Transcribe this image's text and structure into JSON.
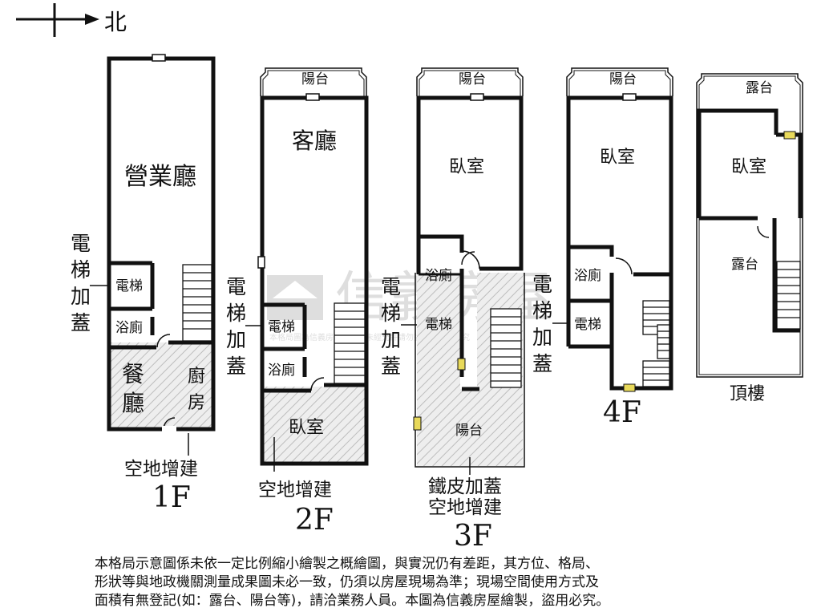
{
  "compass": {
    "north_label": "北"
  },
  "watermark": {
    "brand": "信義房屋",
    "notice": "本格局圖為信義房屋繪製，未經允許請勿盜用，違者必究"
  },
  "floors": {
    "f1": {
      "label": "1F",
      "rooms": {
        "main": "營業廳",
        "elevator": "電梯",
        "bath": "浴廁",
        "dining": "餐廳",
        "kitchen": "廚房"
      },
      "side_note": "電梯加蓋",
      "bottom_note": "空地增建"
    },
    "f2": {
      "label": "2F",
      "rooms": {
        "balcony": "陽台",
        "living": "客廳",
        "elevator": "電梯",
        "bath": "浴廁",
        "bedroom": "臥室"
      },
      "side_note": "電梯加蓋",
      "bottom_note": "空地增建"
    },
    "f3": {
      "label": "3F",
      "rooms": {
        "balcony_top": "陽台",
        "bedroom": "臥室",
        "bath": "浴廁",
        "elevator": "電梯",
        "balcony_bottom": "陽台"
      },
      "side_note": "電梯加蓋",
      "bottom_note_1": "鐵皮加蓋",
      "bottom_note_2": "空地增建"
    },
    "f4": {
      "label": "4F",
      "rooms": {
        "balcony": "陽台",
        "bedroom": "臥室",
        "bath": "浴廁",
        "elevator": "電梯"
      }
    },
    "roof": {
      "label": "頂樓",
      "rooms": {
        "terrace_top": "露台",
        "bedroom": "臥室",
        "terrace_mid": "露台"
      }
    }
  },
  "disclaimer": {
    "line1": "本格局示意圖係未依一定比例縮小繪製之概繪圖，與實況仍有差距，其方位、格局、",
    "line2": "形狀等與地政機關測量成果圖未必一致，仍須以房屋現場為準；現場空間使用方式及",
    "line3": "面積有無登記(如：露台、陽台等)，請洽業務人員。本圖為信義房屋繪製，盜用必究。"
  }
}
